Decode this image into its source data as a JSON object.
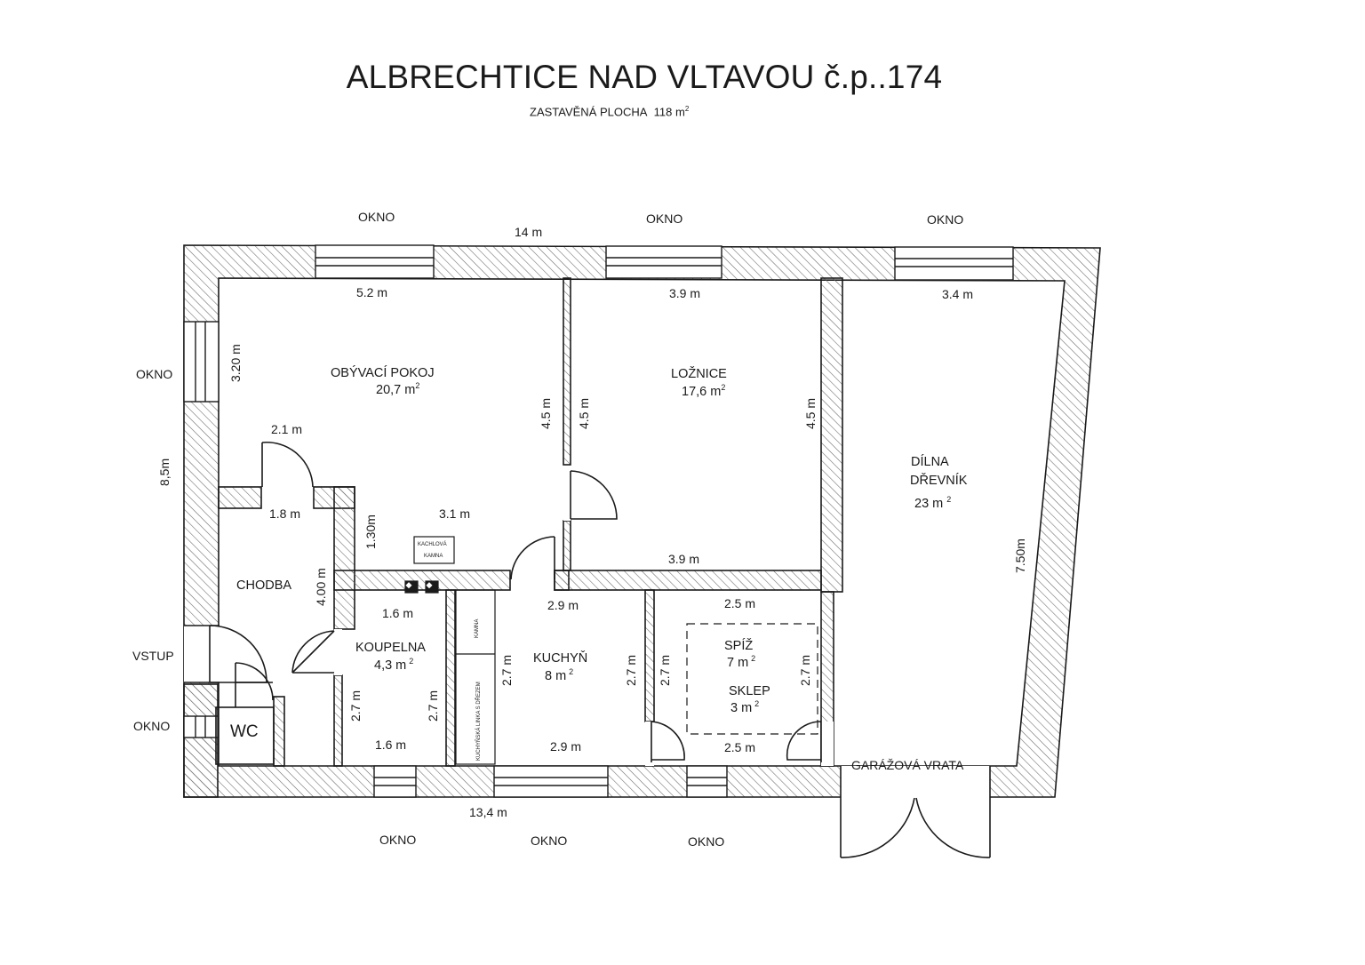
{
  "title": "ALBRECHTICE NAD VLTAVOU č.p..174",
  "subtitle": "ZASTAVĚNÁ PLOCHA",
  "subtitle_value": "118 m",
  "subtitle_sup": "2",
  "rooms": {
    "obyvaci": {
      "name": "OBÝVACÍ  POKOJ",
      "area": "20,7 m",
      "sup": "2"
    },
    "loznice": {
      "name": "LOŽNICE",
      "area": "17,6 m",
      "sup": "2"
    },
    "dilna": {
      "name1": "DÍLNA",
      "name2": "DŘEVNÍK",
      "area": "23 m",
      "sup": "2"
    },
    "chodba": {
      "name": "CHODBA"
    },
    "koupelna": {
      "name": "KOUPELNA",
      "area": "4,3 m",
      "sup": "2"
    },
    "kuchyn": {
      "name": "KUCHYŇ",
      "area": "8 m",
      "sup": "2"
    },
    "spiz": {
      "name": "SPÍŽ",
      "area": "7 m",
      "sup": "2"
    },
    "sklep": {
      "name": "SKLEP",
      "area": "3 m",
      "sup": "2"
    },
    "wc": {
      "name": "WC"
    }
  },
  "labels": {
    "okno": "OKNO",
    "vstup": "VSTUP",
    "garazova_vrata": "GARÁŽOVÁ VRATA",
    "kachlova": "KACHLOVÁ",
    "kamna": "KAMNA",
    "kamna_kitchen": "KAMNA",
    "kuchynska_linka": "KUCHYŇSKÁ LINKA S DŘEZEM"
  },
  "dimensions": {
    "top_total": "14 m",
    "bottom_total": "13,4 m",
    "left_total": "8,5m",
    "right_total": "7.50m",
    "obyvaci_top": "5.2 m",
    "obyvaci_left": "3.20 m",
    "obyvaci_right": "4.5 m",
    "obyvaci_bottom": "3.1 m",
    "obyvaci_step": "1.30m",
    "obyvaci_stepw": "2.1 m",
    "loznice_top": "3.9 m",
    "loznice_left": "4.5 m",
    "loznice_right": "4.5 m",
    "loznice_bottom": "3.9 m",
    "dilna_top": "3.4 m",
    "chodba_top": "1.8 m",
    "chodba_right": "4.00 m",
    "koupelna_top": "1.6 m",
    "koupelna_bottom": "1.6 m",
    "koupelna_left": "2.7 m",
    "koupelna_right": "2.7 m",
    "kuchyn_top": "2.9 m",
    "kuchyn_bottom": "2.9 m",
    "kuchyn_left": "2.7 m",
    "kuchyn_right": "2.7 m",
    "spiz_top": "2.5 m",
    "spiz_bottom": "2.5 m",
    "spiz_left": "2.7 m",
    "spiz_right": "2.7 m"
  },
  "colors": {
    "line": "#1a1a1a",
    "hatch": "#555555",
    "paper": "#ffffff"
  }
}
